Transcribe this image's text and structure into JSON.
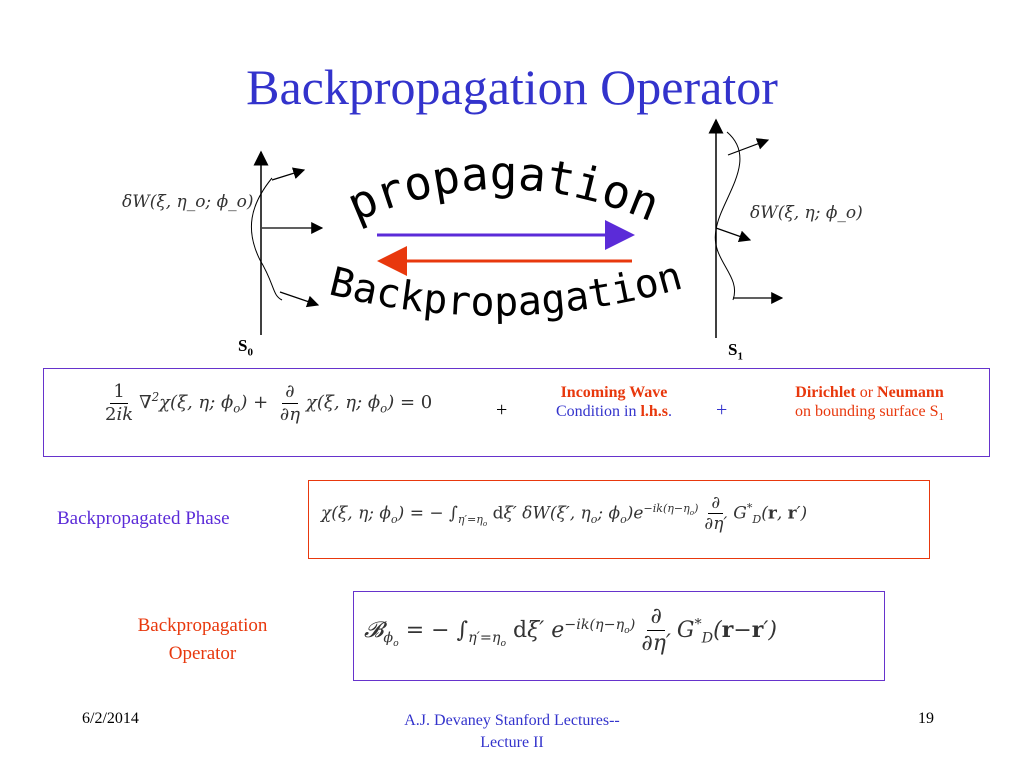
{
  "slide": {
    "title": "Backpropagation Operator"
  },
  "diagram": {
    "left_field_label": "δW(ξ, η_o; ϕ_o)",
    "right_field_label": "δW(ξ, η; ϕ_o)",
    "left_surface": {
      "letter": "S",
      "sub": "0"
    },
    "right_surface": {
      "letter": "S",
      "sub": "1"
    },
    "propagation_word": "propagation",
    "backpropagation_word": "Backpropagation",
    "colors": {
      "forward_arrow": "#5b2bd8",
      "backward_arrow": "#e8380d"
    }
  },
  "equation_box": {
    "plus1": "+",
    "plus2": "+",
    "incoming_title": "Incoming Wave",
    "incoming_text": "Condition in ",
    "incoming_emph": "l.h.s",
    "incoming_end": ".",
    "dirichlet": "Dirichlet",
    "or_word": " or ",
    "neumann": "Neumann",
    "surface_text": "on bounding surface S",
    "surface_sub": "1"
  },
  "phase": {
    "label": "Backpropagated Phase"
  },
  "operator": {
    "label_line1": "Backpropagation",
    "label_line2": "Operator"
  },
  "footer": {
    "date": "6/2/2014",
    "center_line1": "A.J. Devaney Stanford Lectures--",
    "center_line2": "Lecture II",
    "page": "19"
  },
  "colors": {
    "title": "#3333cc",
    "accent_red": "#e8380d",
    "box_purple": "#6633cc",
    "box_red": "#e8380d"
  }
}
